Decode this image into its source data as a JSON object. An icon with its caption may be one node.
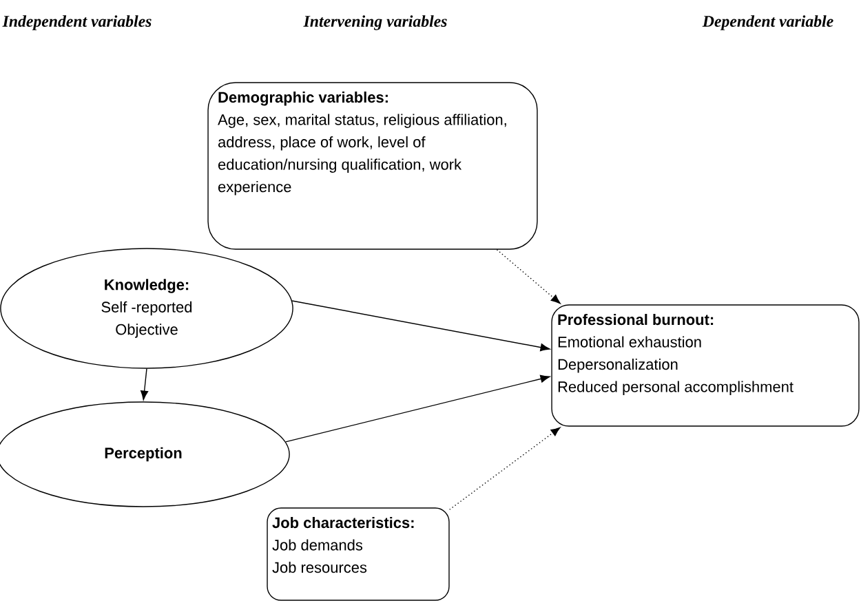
{
  "diagram": {
    "nodes": [
      {
        "text": [
          "Demographic variables:",
          "Age, sex, marital status, religious affiliation, address, place of work, level of education/nursing qualification, work experience"
        ]
      },
      {
        "text": [
          "Knowledge:",
          "Self -reported",
          "Objective"
        ]
      },
      {
        "text": [
          "Perception"
        ]
      },
      {
        "text": [
          "Professional burnout:",
          "Emotional exhaustion",
          "Depersonalization",
          "Reduced personal accomplishment"
        ]
      },
      {
        "text": [
          "Job characteristics:",
          "Job demands",
          "Job resources"
        ]
      }
    ],
    "edges": [
      {
        "from": 0,
        "to": 3,
        "arrow": "to",
        "style": "dashed"
      },
      {
        "from": 1,
        "to": 3,
        "arrow": "to"
      },
      {
        "from": 1,
        "to": 2,
        "arrow": "to"
      },
      {
        "from": 2,
        "to": 3,
        "arrow": "to"
      },
      {
        "from": 4,
        "to": 3,
        "arrow": "to",
        "style": "dashed"
      }
    ],
    "labels": [
      "Independent variables",
      "Intervening variables",
      "Dependent variable"
    ]
  }
}
